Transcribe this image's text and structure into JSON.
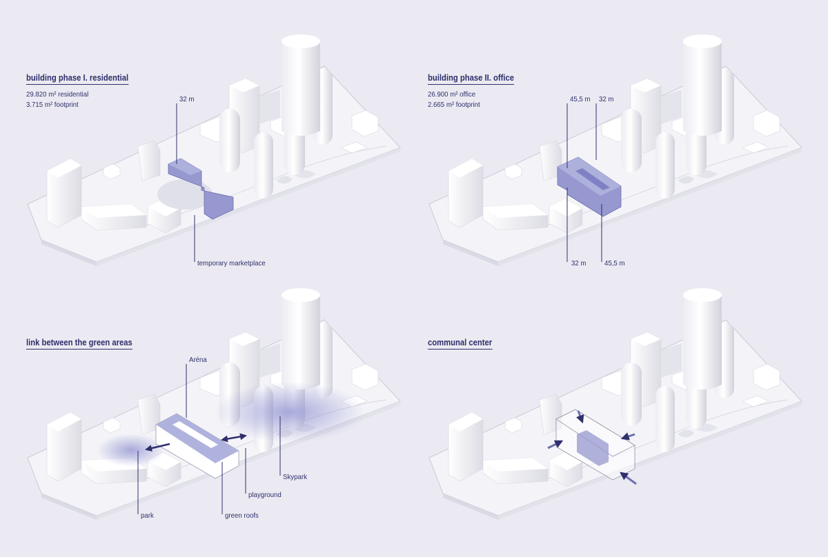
{
  "panels": {
    "p1": {
      "title": "building phase I. residential",
      "stat_1": "29.820 m² residential",
      "stat_2": "3.715 m² footprint",
      "labels": {
        "height": "32 m",
        "market": "temporary marketplace"
      }
    },
    "p2": {
      "title": "building phase II. office",
      "stat_1": "26.900 m² office",
      "stat_2": "2.665 m² footprint",
      "labels": {
        "top_a": "45,5 m",
        "top_b": "32 m",
        "bottom_a": "32 m",
        "bottom_b": "45,5 m"
      }
    },
    "p3": {
      "title": "link between the green areas",
      "labels": {
        "arena": "Aréna",
        "skypark": "Skypark",
        "playground": "playground",
        "park": "park",
        "green_roofs": "green roofs"
      }
    },
    "p4": {
      "title": "communal center"
    }
  },
  "colors": {
    "background": "#ebeaf2",
    "accent": "#2e2f6b",
    "highlight": "#9698cf",
    "model": "#f7f7fa"
  }
}
